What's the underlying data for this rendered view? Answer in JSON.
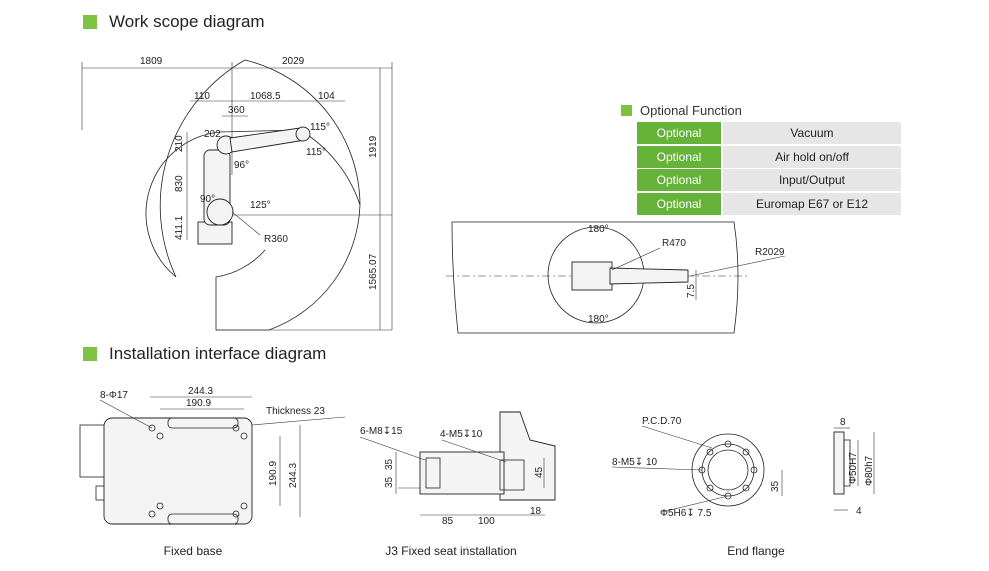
{
  "colors": {
    "accent": "#7dc242",
    "optional_bg": "#66b33a",
    "function_bg": "#e6e6e6"
  },
  "sections": {
    "work_scope": "Work scope diagram",
    "installation": "Installation interface diagram"
  },
  "optional_function": {
    "title": "Optional Function",
    "rows": [
      {
        "label": "Optional",
        "value": "Vacuum"
      },
      {
        "label": "Optional",
        "value": "Air hold on/off"
      },
      {
        "label": "Optional",
        "value": "Input/Output"
      },
      {
        "label": "Optional",
        "value": "Euromap E67 or E12"
      }
    ]
  },
  "work_scope_dims": {
    "top_left": "1809",
    "top_right": "2029",
    "d110": "110",
    "d360": "360",
    "d1068": "1068.5",
    "d104": "104",
    "d202": "202",
    "d210": "210",
    "d830": "830",
    "d411": "411.1",
    "d1919": "1919",
    "d1565": "1565.07",
    "r360": "R360",
    "a115a": "115°",
    "a115b": "115°",
    "a96": "96°",
    "a90": "90°",
    "a125": "125°"
  },
  "top_view_dims": {
    "a180_top": "180°",
    "a180_bottom": "180°",
    "r470": "R470",
    "r2029": "R2029",
    "d75": "7.5"
  },
  "fixed_base": {
    "caption": "Fixed base",
    "holes": "8-Φ17",
    "w244": "244.3",
    "w190": "190.9",
    "thickness": "Thickness 23",
    "h190": "190.9",
    "h244": "244.3"
  },
  "j3_seat": {
    "caption": "J3 Fixed seat installation",
    "m8": "6-M8↧15",
    "m5": "4-M5↧10",
    "d35a": "35",
    "d35b": "35",
    "d45": "45",
    "d85": "85",
    "d100": "100",
    "d18": "18"
  },
  "end_flange": {
    "caption": "End flange",
    "pcd": "P.C.D.70",
    "m5": "8-M5↧ 10",
    "d35": "35",
    "h6": "Φ5H6↧ 7.5",
    "d8": "8",
    "d50": "Φ50H7",
    "d80": "Φ80h7",
    "d4": "4"
  }
}
